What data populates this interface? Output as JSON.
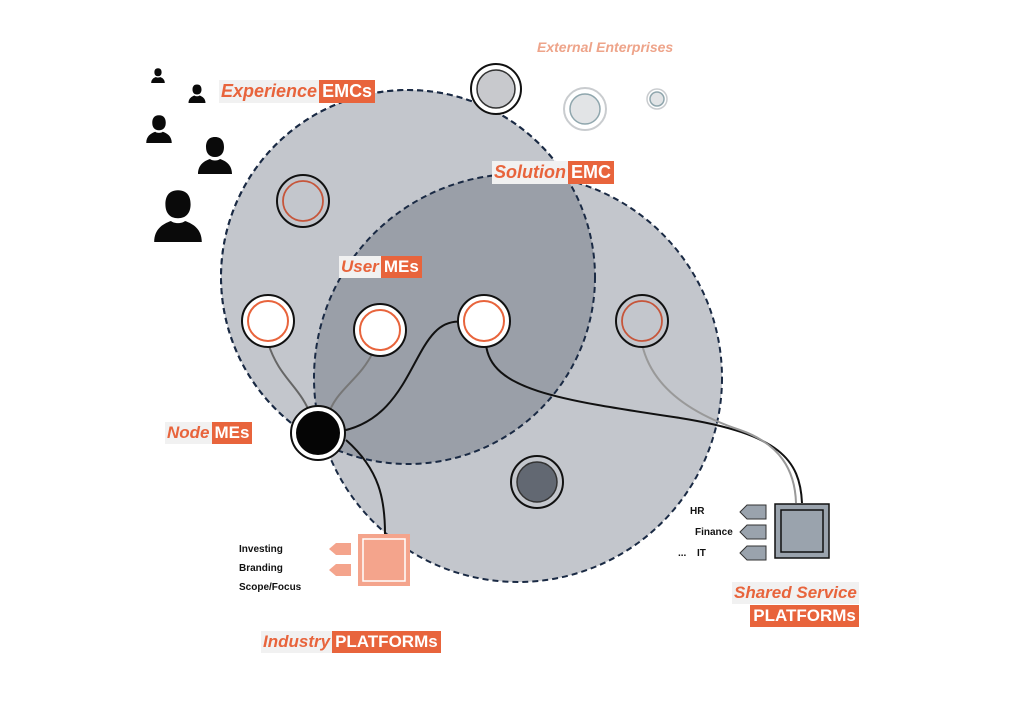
{
  "labels": {
    "external": "External Enterprises",
    "experience_it": "Experience",
    "experience_hl": "EMCs",
    "solution_it": "Solution",
    "solution_hl": "EMC",
    "user_it": "User",
    "user_hl": "MEs",
    "node_it": "Node",
    "node_hl": "MEs",
    "industry_it": "Industry",
    "industry_hl": "PLATFORMs",
    "shared_it": "Shared Service",
    "shared_hl": "PLATFORMs"
  },
  "industry_items": [
    "Investing",
    "Branding",
    "Scope/Focus"
  ],
  "shared_items": [
    "HR",
    "Finance",
    "IT"
  ],
  "shared_ellipsis": "...",
  "colors": {
    "accent": "#e8643c",
    "accent_light": "#f4a48c",
    "circle_fill": "#c3c6cc",
    "overlap_fill": "#9a9fa8",
    "dark": "#111111"
  },
  "icons": [
    "person-icon"
  ]
}
